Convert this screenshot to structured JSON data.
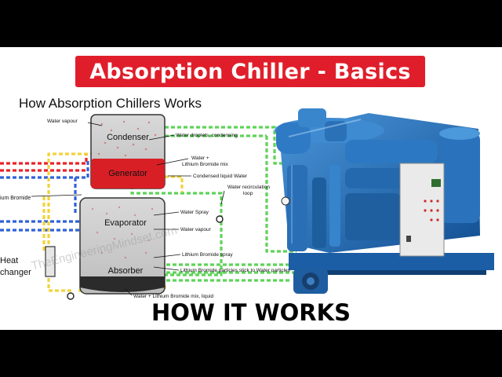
{
  "title": "Absorption Chiller - Basics",
  "subtitle": "How Absorption Chillers Works",
  "footer_caption": "HOW IT WORKS",
  "watermark": "TheEngineeringMindset.com",
  "vessels": {
    "condenser": "Condenser",
    "generator": "Generator",
    "evaporator": "Evaporator",
    "absorber": "Absorber"
  },
  "side_labels": {
    "lithium_bromide": "ium Bromide",
    "heat_exchanger_line1": "Heat",
    "heat_exchanger_line2": "changer"
  },
  "annotations": {
    "water_vapour_top": "Water vapour",
    "water_droplets": "Water droplets, condensing",
    "water_libr_mix_1": "Water +",
    "water_libr_mix_2": "Lithium Bromide mix",
    "condensed_liquid": "Condensed liquid Water",
    "water_recirc_1": "Water recirculation",
    "water_recirc_2": "loop",
    "water_spray": "Water Spray",
    "water_vapour_mid": "Water vapour",
    "libr_spray": "Lithium Bromide spray",
    "libr_particles": "Lithium Bromide particles stick to Water particles",
    "water_libr_liquid": "Water + Lithium Bromide mix, liquid"
  },
  "colors": {
    "banner_red": "#e01e2b",
    "machine_blue": "#1f6fb8",
    "generator_red": "#d81f26",
    "pipe_red": "#e8232a",
    "pipe_blue": "#2f62d8",
    "pipe_green": "#5fd35a",
    "pipe_yellow": "#f2d33a"
  }
}
